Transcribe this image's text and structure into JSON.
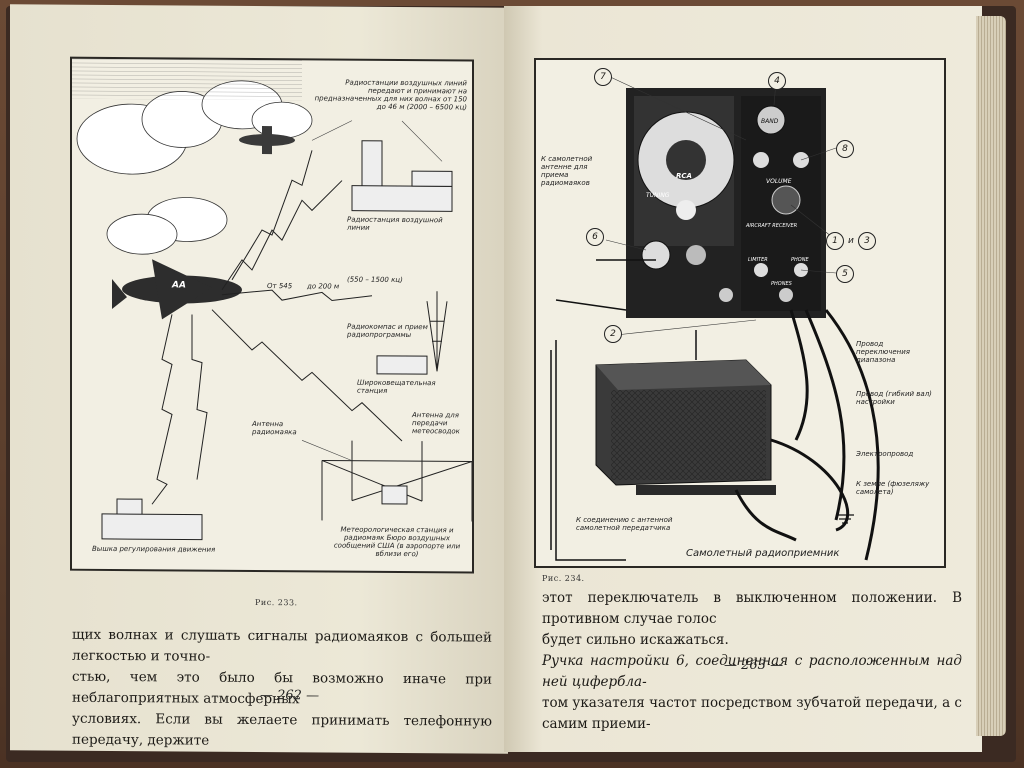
{
  "left_page": {
    "figure_caption": "Рис. 233.",
    "labels": {
      "airline_stations": "Радиостанции воздушных линий передают и принимают на предназначенных для них волнах от 150 до 46 м (2000 – 6500 кц)",
      "airline_station": "Радиостанция воздушной линии",
      "compass": "Радиокомпас и прием радиопрограммы",
      "broadcast": "Широковещательная станция",
      "beacon_antenna": "Антенна радиомаяка",
      "transmit_antenna": "Антенна для передачи метеосводок",
      "weather_station": "Метеорологическая станция и радиомаяк Бюро воздушных сообщений США (в аэропорте или вблизи его)",
      "tower": "Вышка регулирования движения",
      "range_a": "От 545",
      "range_b": "до 200 м",
      "range_c": "(550 – 1500 кц)",
      "plane_tag": "AA"
    },
    "body_lines": [
      "щих волнах и слушать сигналы радиомаяков с большей легкостью и точно-",
      "стью, чем это было бы возможно иначе при неблагоприятных атмосферных",
      "условиях. Если вы желаете принимать телефонную передачу, держите"
    ],
    "page_number": "— 262 —"
  },
  "right_page": {
    "figure_caption": "Рис. 234.",
    "labels": {
      "antenna_note": "К самолетной антенне для приема радиомаяков",
      "cable_shield": "Провод переключения диапазона",
      "tuning_cable": "Провод (гибкий вал) настройки",
      "power": "Электропровод",
      "ground": "К земле (фюзеляжу самолета)",
      "to_transmitter": "К соединению с антенной самолетной передатчика",
      "title": "Самолетный радиоприемник",
      "and": "и",
      "tuning": "TUNING",
      "band": "BAND",
      "volume": "VOLUME",
      "limiter": "LIMITER",
      "phone": "PHONE",
      "phones": "PHONES",
      "rca": "RCA",
      "aircraft_receiver": "AIRCRAFT RECEIVER"
    },
    "callouts": [
      "1",
      "2",
      "3",
      "4",
      "5",
      "6",
      "7",
      "8"
    ],
    "body_lines": [
      "этот переключатель в выключенном положении. В противном случае голос",
      "будет сильно искажаться.",
      "Ручка настройки 6, соединенная с расположенным над ней цифербла-",
      "том указателя частот посредством зубчатой передачи, а с самим приеми-"
    ],
    "page_number": "— 263 —"
  }
}
